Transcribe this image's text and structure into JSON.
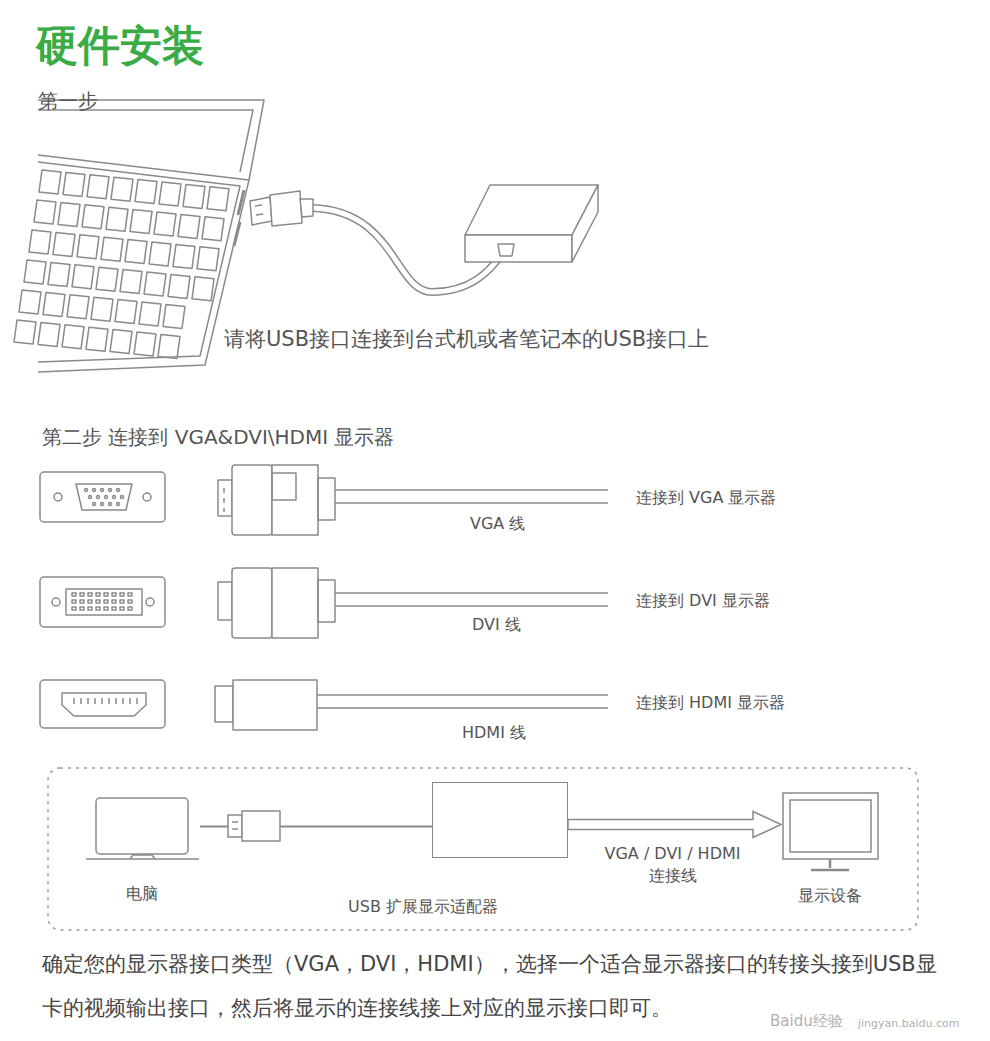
{
  "diagram": {
    "title": "硬件安装",
    "nodes": [
      {
        "text": [
          "电脑"
        ]
      },
      {
        "text": [
          "USB 扩展显示适配器"
        ]
      },
      {
        "text": [
          "显示设备"
        ]
      }
    ],
    "edges": [
      {
        "from": 0,
        "to": 1,
        "arrow": "none"
      },
      {
        "from": 1,
        "to": 2,
        "label": "VGA / DVI / HDMI 连接线",
        "arrow": "to"
      }
    ],
    "labels": [
      "第一步",
      "请将USB接口连接到台式机或者笔记本的USB接口上",
      "第二步 连接到 VGA&DVI\\HDMI 显示器",
      "VGA 线",
      "连接到 VGA 显示器",
      "DVI 线",
      "连接到 DVI 显示器",
      "HDMI 线",
      "连接到 HDMI 显示器",
      "确定您的显示器接口类型（VGA，DVI，HDMI），选择一个适合显示器接口的转接头接到USB显卡的视频输出接口，然后将显示的连接线接上对应的显示接口即可。",
      "Baidu经验",
      "jingyan.baidu.com"
    ]
  }
}
